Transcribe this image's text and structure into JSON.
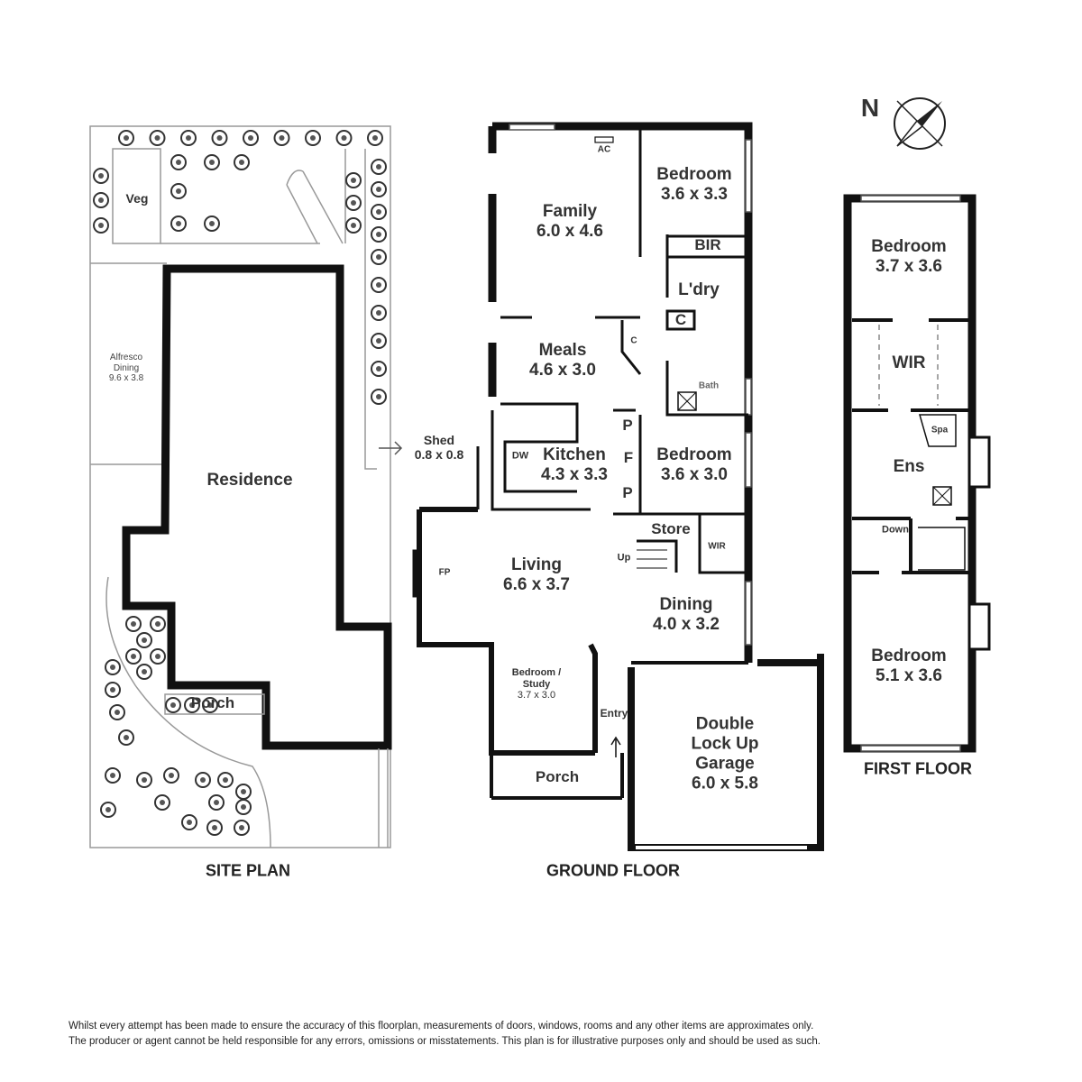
{
  "compass": {
    "north_label": "N"
  },
  "site_plan": {
    "title": "SITE PLAN",
    "veg": "Veg",
    "alfresco": {
      "name": "Alfresco",
      "name2": "Dining",
      "dims": "9.6 x 3.8"
    },
    "residence": "Residence",
    "porch": "Porch",
    "shed": {
      "name": "Shed",
      "dims": "0.8 x 0.8"
    }
  },
  "ground_floor": {
    "title": "GROUND FLOOR",
    "rooms": {
      "family": {
        "name": "Family",
        "dims": "6.0 x 4.6"
      },
      "bedroom1": {
        "name": "Bedroom",
        "dims": "3.6 x 3.3"
      },
      "meals": {
        "name": "Meals",
        "dims": "4.6 x 3.0"
      },
      "kitchen": {
        "name": "Kitchen",
        "dims": "4.3 x 3.3"
      },
      "bedroom2": {
        "name": "Bedroom",
        "dims": "3.6 x 3.0"
      },
      "living": {
        "name": "Living",
        "dims": "6.6 x 3.7"
      },
      "dining": {
        "name": "Dining",
        "dims": "4.0 x 3.2"
      },
      "study": {
        "name": "Bedroom /",
        "name2": "Study",
        "dims": "3.7 x 3.0"
      },
      "garage": {
        "name": "Double",
        "name2": "Lock Up",
        "name3": "Garage",
        "dims": "6.0 x 5.8"
      },
      "porch": {
        "name": "Porch"
      }
    },
    "fixtures": {
      "ac": "AC",
      "bir": "BIR",
      "laundry": "L'dry",
      "cupboard": "C",
      "cupboard2": "C",
      "bath": "Bath",
      "dw": "DW",
      "pantry1": "P",
      "fridge": "F",
      "pantry2": "P",
      "store": "Store",
      "wir": "WIR",
      "up": "Up",
      "fp": "FP",
      "entry": "Entry"
    }
  },
  "first_floor": {
    "title": "FIRST FLOOR",
    "rooms": {
      "bedroom1": {
        "name": "Bedroom",
        "dims": "3.7 x 3.6"
      },
      "wir": {
        "name": "WIR"
      },
      "ens": {
        "name": "Ens"
      },
      "bedroom2": {
        "name": "Bedroom",
        "dims": "5.1 x 3.6"
      }
    },
    "fixtures": {
      "spa": "Spa",
      "down": "Down"
    }
  },
  "disclaimer": {
    "line1": "Whilst every attempt has been made to ensure the accuracy of this floorplan, measurements of doors, windows, rooms and any other items are approximates only.",
    "line2": "The producer or agent cannot be held responsible for any errors, omissions or misstatements. This plan is for illustrative purposes only and should be used as such."
  }
}
